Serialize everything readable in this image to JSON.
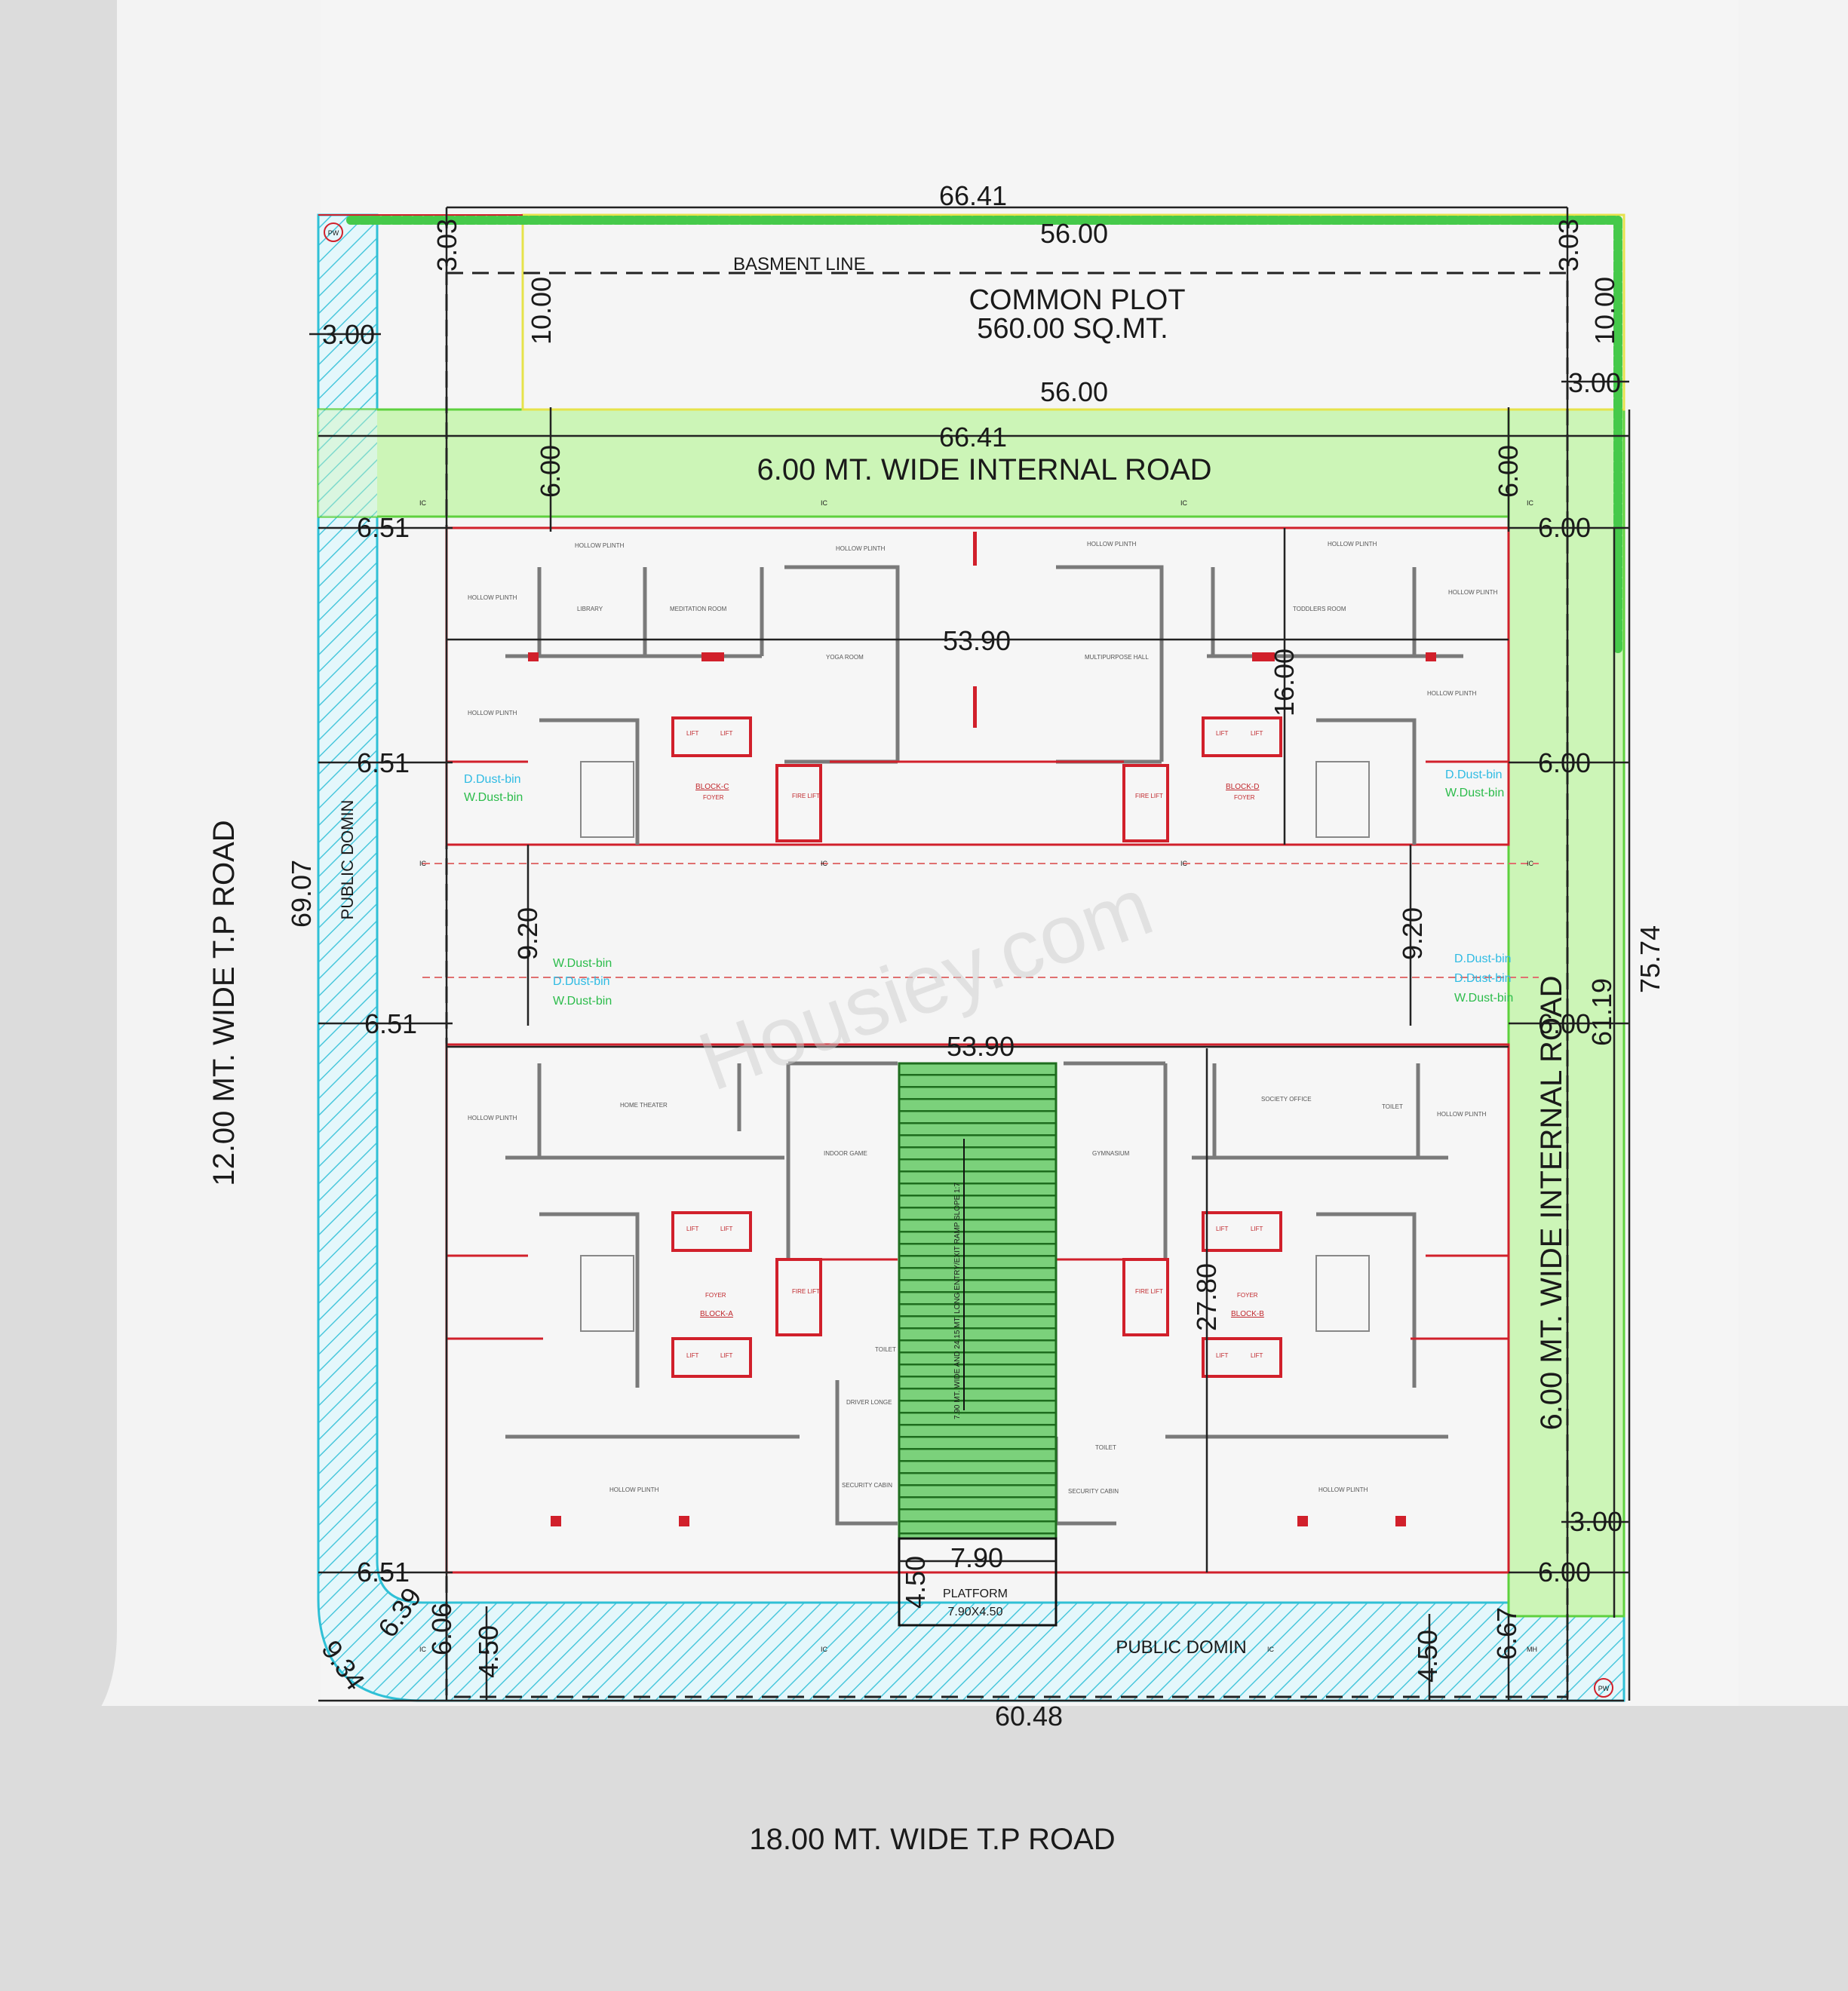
{
  "roads": {
    "left": "12.00 MT. WIDE T.P ROAD",
    "bottom": "18.00 MT. WIDE T.P ROAD",
    "internal_top": "6.00 MT. WIDE INTERNAL ROAD",
    "internal_right": "6.00 MT. WIDE INTERNAL ROAD"
  },
  "common_plot": {
    "title": "COMMON PLOT",
    "area": "560.00 SQ.MT."
  },
  "basement_line": "BASMENT LINE",
  "public_domin_left": "PUBLIC DOMIN",
  "public_domin_bottom": "PUBLIC DOMIN",
  "platform": {
    "title": "PLATFORM",
    "size": "7.90X4.50"
  },
  "ramp": "7.90 MT. WIDE AND 24.15 MT. LONG ENTRY/EXIT RAMP SLOPE 1:7",
  "watermark": "Housiey.com",
  "markers": {
    "pw": "PW",
    "ic": "IC",
    "mh": "MH"
  },
  "blocks": {
    "a": "BLOCK-A",
    "b": "BLOCK-B",
    "c": "BLOCK-C",
    "d": "BLOCK-D"
  },
  "rooms": {
    "hollow_plinth": "HOLLOW PLINTH",
    "library": "LIBRARY",
    "meditation": "MEDITATION ROOM",
    "yoga": "YOGA ROOM",
    "multipurpose": "MULTIPURPOSE HALL",
    "toddlers": "TODDLERS ROOM",
    "home_theater": "HOME THEATER",
    "indoor_game": "INDOOR GAME",
    "gymnasium": "GYMNASIUM",
    "driver_lounge": "DRIVER LONGE",
    "security": "SECURITY CABIN",
    "society_office": "SOCIETY OFFICE",
    "toilet": "TOILET",
    "lift": "LIFT",
    "fire_lift": "FIRE LIFT",
    "foyer": "FOYER"
  },
  "bins": {
    "dry": "D.Dust-bin",
    "wet": "W.Dust-bin"
  },
  "dims": {
    "top_overall": "66.41",
    "top_inner": "56.00",
    "top_road_upper": "56.00",
    "top_road_lower": "66.41",
    "setback_top_left": "3.03",
    "setback_top_right": "3.03",
    "cp_depth_left": "10.00",
    "cp_depth_right": "10.00",
    "margin_left_top": "3.00",
    "margin_right_top": "3.00",
    "road_width_left": "6.00",
    "road_width_right": "6.00",
    "left_1": "6.51",
    "left_2": "6.51",
    "left_3": "6.51",
    "left_4": "6.51",
    "right_1": "6.00",
    "right_2": "6.00",
    "right_3": "6.00",
    "right_4": "6.00",
    "block_width_upper": "53.90",
    "block_width_lower": "53.90",
    "block_depth_upper": "16.00",
    "gap_left": "9.20",
    "gap_right": "9.20",
    "block_depth_lower": "27.80",
    "plot_left": "69.07",
    "plot_right_inner": "61.19",
    "plot_right": "75.74",
    "bottom_right_margin": "3.00",
    "platform_width": "7.90",
    "platform_depth": "4.50",
    "bottom": "60.48",
    "corner_1": "6.39",
    "corner_2": "6.06",
    "corner_3": "4.50",
    "corner_4": "9.34",
    "bottom_right_1": "4.50",
    "bottom_right_2": "6.67"
  }
}
